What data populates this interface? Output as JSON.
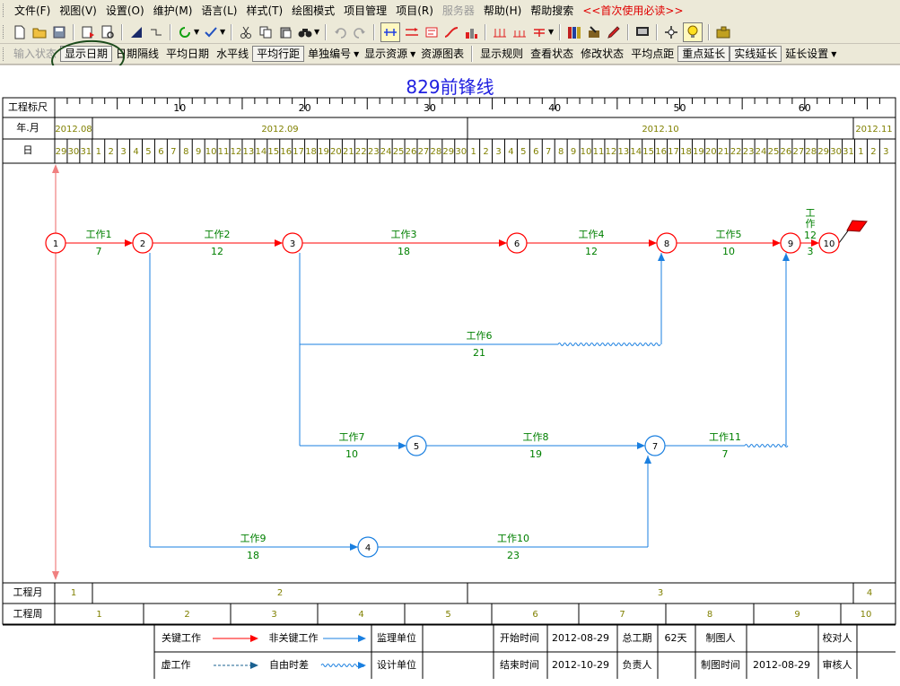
{
  "menu": {
    "items": [
      "文件(F)",
      "视图(V)",
      "设置(O)",
      "维护(M)",
      "语言(L)",
      "样式(T)",
      "绘图模式",
      "项目管理",
      "项目(R)",
      "服务器",
      "帮助(H)",
      "帮助搜索"
    ],
    "disabled_index": 9,
    "notice": "<<首次使用必读>>"
  },
  "toolbar2": {
    "input_state": "输入状态",
    "show_date": "显示日期",
    "date_sep": "日期隔线",
    "avg_date": "平均日期",
    "hline": "水平线",
    "avg_spacing": "平均行距",
    "single_number": "单独编号",
    "show_resource": "显示资源",
    "resource_chart": "资源图表",
    "show_rules": "显示规则",
    "view_state": "查看状态",
    "edit_state": "修改状态",
    "avg_point_dist": "平均点距",
    "key_extend": "重点延长",
    "solid_extend": "实线延长",
    "extend_settings": "延长设置"
  },
  "chart": {
    "title": "829前锋线",
    "ruler_label": "工程标尺",
    "ruler_ticks": [
      "10",
      "20",
      "30",
      "40",
      "50",
      "60"
    ],
    "ym_label": "年.月",
    "months": [
      "2012.08",
      "2012.09",
      "2012.10",
      "2012.11"
    ],
    "day_label": "日",
    "days": [
      "29",
      "30",
      "31",
      "1",
      "2",
      "3",
      "4",
      "5",
      "6",
      "7",
      "8",
      "9",
      "10",
      "11",
      "12",
      "13",
      "14",
      "15",
      "16",
      "17",
      "18",
      "19",
      "20",
      "21",
      "22",
      "23",
      "24",
      "25",
      "26",
      "27",
      "28",
      "29",
      "30",
      "1",
      "2",
      "3",
      "4",
      "5",
      "6",
      "7",
      "8",
      "9",
      "10",
      "11",
      "12",
      "13",
      "14",
      "15",
      "16",
      "17",
      "18",
      "19",
      "20",
      "21",
      "22",
      "23",
      "24",
      "25",
      "26",
      "27",
      "28",
      "29",
      "30",
      "31",
      "1",
      "2",
      "3"
    ],
    "project_month_label": "工程月",
    "project_months": [
      "1",
      "2",
      "3",
      "4"
    ],
    "project_week_label": "工程周",
    "project_weeks": [
      "1",
      "2",
      "3",
      "4",
      "5",
      "6",
      "7",
      "8",
      "9",
      "10"
    ],
    "nodes": [
      "1",
      "2",
      "3",
      "4",
      "5",
      "6",
      "7",
      "8",
      "9",
      "10"
    ],
    "works": [
      {
        "name": "工作1",
        "dur": "7"
      },
      {
        "name": "工作2",
        "dur": "12"
      },
      {
        "name": "工作3",
        "dur": "18"
      },
      {
        "name": "工作4",
        "dur": "12"
      },
      {
        "name": "工作5",
        "dur": "10"
      },
      {
        "name": "工作6",
        "dur": "21"
      },
      {
        "name": "工作7",
        "dur": "10"
      },
      {
        "name": "工作8",
        "dur": "19"
      },
      {
        "name": "工作11",
        "dur": "7"
      },
      {
        "name": "工作9",
        "dur": "18"
      },
      {
        "name": "工作10",
        "dur": "23"
      },
      {
        "name": "工作12",
        "dur": "3"
      }
    ],
    "colors": {
      "critical": "#ff0000",
      "noncritical": "#1a7fe0",
      "label": "#008000",
      "frontline": "#f08080"
    }
  },
  "legend": {
    "critical": "关键工作",
    "noncritical": "非关键工作",
    "dummy": "虚工作",
    "free_float": "自由时差",
    "supervisor": "监理单位",
    "designer": "设计单位",
    "start_label": "开始时间",
    "start_value": "2012-08-29",
    "end_label": "结束时间",
    "end_value": "2012-10-29",
    "total_label": "总工期",
    "total_value": "62天",
    "owner_label": "负责人",
    "drawer_label": "制图人",
    "draw_time_label": "制图时间",
    "draw_time_value": "2012-08-29",
    "checker_label": "校对人",
    "reviewer_label": "审核人"
  }
}
